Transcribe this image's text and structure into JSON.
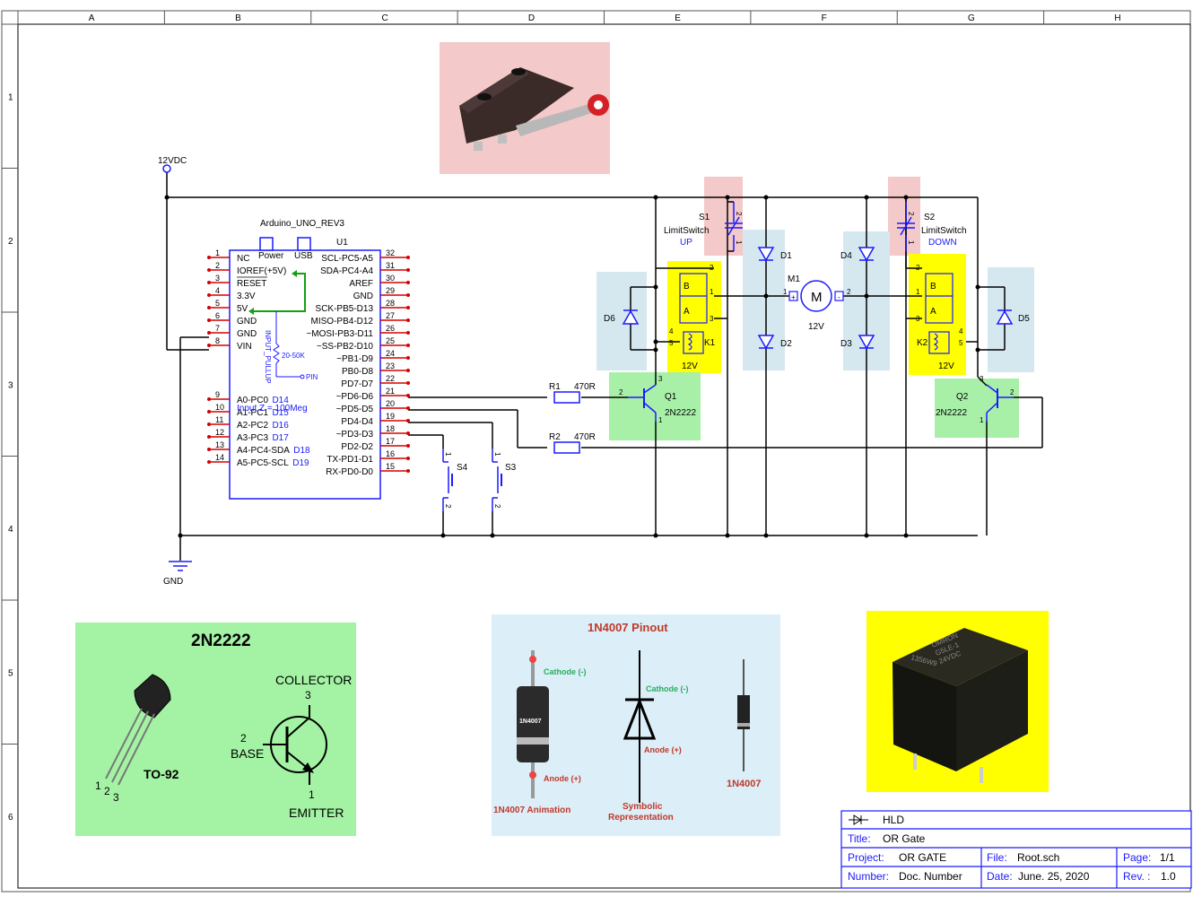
{
  "frame": {
    "columns": [
      "A",
      "B",
      "C",
      "D",
      "E",
      "F",
      "G",
      "H"
    ],
    "rows": [
      "1",
      "2",
      "3",
      "4",
      "5",
      "6"
    ]
  },
  "power": {
    "supply": "12VDC",
    "ground": "GND"
  },
  "arduino": {
    "name": "Arduino_UNO_REV3",
    "ref": "U1",
    "power_label": "Power",
    "usb_label": "USB",
    "left_pins": [
      {
        "num": "1",
        "name": "NC"
      },
      {
        "num": "2",
        "name": "IOREF(+5V)"
      },
      {
        "num": "3",
        "name": "RESET"
      },
      {
        "num": "4",
        "name": "3.3V"
      },
      {
        "num": "5",
        "name": "5V"
      },
      {
        "num": "6",
        "name": "GND"
      },
      {
        "num": "7",
        "name": "GND"
      },
      {
        "num": "8",
        "name": "VIN"
      },
      {
        "num": "9",
        "name": "A0-PC0",
        "alt": "D14"
      },
      {
        "num": "10",
        "name": "A1-PC1",
        "alt": "D15"
      },
      {
        "num": "11",
        "name": "A2-PC2",
        "alt": "D16"
      },
      {
        "num": "12",
        "name": "A3-PC3",
        "alt": "D17"
      },
      {
        "num": "13",
        "name": "A4-PC4-SDA",
        "alt": "D18"
      },
      {
        "num": "14",
        "name": "A5-PC5-SCL",
        "alt": "D19"
      }
    ],
    "right_pins": [
      {
        "num": "32",
        "name": "SCL-PC5-A5"
      },
      {
        "num": "31",
        "name": "SDA-PC4-A4"
      },
      {
        "num": "30",
        "name": "AREF"
      },
      {
        "num": "29",
        "name": "GND"
      },
      {
        "num": "28",
        "name": "SCK-PB5-D13"
      },
      {
        "num": "27",
        "name": "MISO-PB4-D12"
      },
      {
        "num": "26",
        "name": "~MOSI-PB3-D11"
      },
      {
        "num": "25",
        "name": "~SS-PB2-D10"
      },
      {
        "num": "24",
        "name": "~PB1-D9"
      },
      {
        "num": "23",
        "name": "PB0-D8"
      },
      {
        "num": "22",
        "name": "PD7-D7"
      },
      {
        "num": "21",
        "name": "~PD6-D6"
      },
      {
        "num": "20",
        "name": "~PD5-D5"
      },
      {
        "num": "19",
        "name": "PD4-D4"
      },
      {
        "num": "18",
        "name": "~PD3-D3"
      },
      {
        "num": "17",
        "name": "PD2-D2"
      },
      {
        "num": "16",
        "name": "TX-PD1-D1"
      },
      {
        "num": "15",
        "name": "RX-PD0-D0"
      }
    ],
    "pullup": "INPUT_PULLUP",
    "pullup_value": "20-50K",
    "pin_label": "PIN",
    "input_z": "Input Z = 100Meg"
  },
  "components": {
    "s1": {
      "ref": "S1",
      "type": "LimitSwitch",
      "dir": "UP"
    },
    "s2": {
      "ref": "S2",
      "type": "LimitSwitch",
      "dir": "DOWN"
    },
    "d1": "D1",
    "d2": "D2",
    "d3": "D3",
    "d4": "D4",
    "d5": "D5",
    "d6": "D6",
    "m1": {
      "ref": "M1",
      "sym": "M",
      "volt": "12V"
    },
    "k1": {
      "ref": "K1",
      "volt": "12V"
    },
    "k2": {
      "ref": "K2",
      "volt": "12V"
    },
    "q1": {
      "ref": "Q1",
      "part": "2N2222"
    },
    "q2": {
      "ref": "Q2",
      "part": "2N2222"
    },
    "r1": {
      "ref": "R1",
      "value": "470R"
    },
    "r2": {
      "ref": "R2",
      "value": "470R"
    },
    "s3": "S3",
    "s4": "S4",
    "pins": {
      "p1": "1",
      "p2": "2",
      "p3": "3",
      "p4": "4",
      "p5": "5",
      "a": "A",
      "b": "B",
      "plus": "+",
      "minus": "-"
    }
  },
  "transistor_card": {
    "title": "2N2222",
    "package": "TO-92",
    "collector": "COLLECTOR",
    "base": "BASE",
    "emitter": "EMITTER",
    "n1": "1",
    "n2": "2",
    "n3": "3"
  },
  "diode_card": {
    "title": "1N4007 Pinout",
    "cathode": "Cathode (-)",
    "anode": "Anode (+)",
    "body_text": "1N4007",
    "animation": "1N4007 Animation",
    "symbolic_1": "Symbolic",
    "symbolic_2": "Representation",
    "part": "1N4007"
  },
  "relay_photo": {
    "line1": "OMRON",
    "line2": "G5LE-1",
    "line3": "24VDC",
    "code": "1356W9"
  },
  "title_block": {
    "logo_text": "HLD",
    "title_label": "Title:",
    "title": "OR Gate",
    "project_label": "Project:",
    "project": "OR GATE",
    "file_label": "File:",
    "file": "Root.sch",
    "page_label": "Page:",
    "page": "1/1",
    "number_label": "Number:",
    "number": "Doc. Number",
    "date_label": "Date:",
    "date": "June. 25, 2020",
    "rev_label": "Rev. :",
    "rev": "1.0"
  },
  "colors": {
    "wire": "#000000",
    "pin": "#d40000",
    "label_blue": "#1a1aff",
    "highlight_pink": "#f4c9c9",
    "highlight_blue": "#d6e8ef",
    "highlight_yellow": "#ffff00",
    "highlight_green": "#a8f0a8",
    "card_green": "#a4f3a4",
    "card_blue": "#dceef7",
    "photo_yellow": "#ffff00"
  }
}
